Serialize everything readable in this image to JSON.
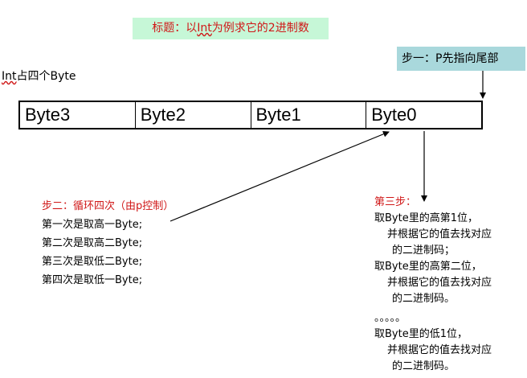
{
  "title": {
    "prefix": "标题：以",
    "underlined": "Int",
    "suffix": "为例求它的2进制数"
  },
  "step1": {
    "label": "步一：P先指向尾部"
  },
  "int_label": {
    "underlined": "Int",
    "rest": "占四个Byte"
  },
  "bytes": [
    "Byte3",
    "Byte2",
    "Byte1",
    "Byte0"
  ],
  "step2": {
    "heading": "步二：循环四次（由p控制）",
    "lines": [
      "第一次是取高一Byte;",
      "第二次是取高二Byte;",
      "第三次是取低二Byte;",
      "第四次是取低一Byte;"
    ]
  },
  "step3": {
    "heading": "第三步：",
    "line1": "取Byte里的高第1位，",
    "line2": "并根据它的值去找对应",
    "line3": "的二进制码；",
    "line4": "取Byte里的高第二位，",
    "line5": "并根据它的值去找对应",
    "line6": "的二进制码。",
    "dots": "。。。。。",
    "line7": "取Byte里的低1位，",
    "line8": "并根据它的值去找对应",
    "line9": "的二进制码。"
  }
}
